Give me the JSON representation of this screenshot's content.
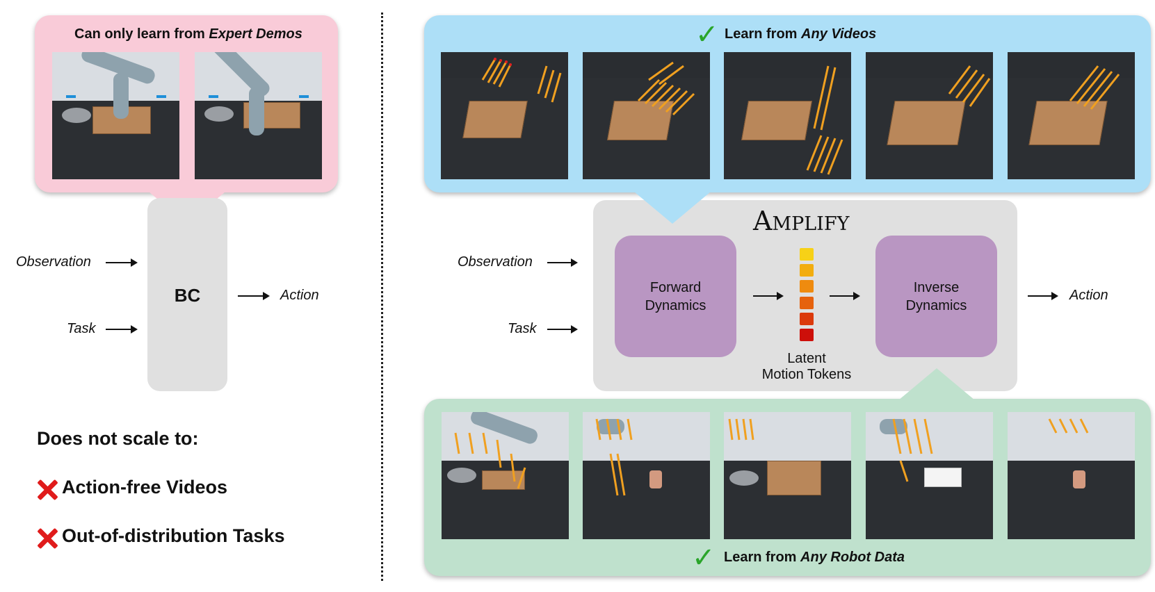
{
  "left": {
    "panel_caption_plain": "Can only learn from ",
    "panel_caption_italic": "Expert Demos",
    "observation": "Observation",
    "task": "Task",
    "bc": "BC",
    "action": "Action",
    "does_not_scale": "Does not scale to:",
    "limits": [
      "Action-free Videos",
      "Out-of-distribution Tasks"
    ]
  },
  "right": {
    "top_caption_plain": "Learn from ",
    "top_caption_italic": "Any Videos",
    "title": "Amplify",
    "observation": "Observation",
    "task": "Task",
    "forward": [
      "Forward",
      "Dynamics"
    ],
    "inverse": [
      "Inverse",
      "Dynamics"
    ],
    "tokens_label": [
      "Latent",
      "Motion Tokens"
    ],
    "action": "Action",
    "bottom_caption_plain": "Learn from ",
    "bottom_caption_italic": "Any Robot Data"
  },
  "colors": {
    "pink": "#f9cbd8",
    "blue": "#addff7",
    "green": "#bfe1cd",
    "grey": "#e0e0e0",
    "purple": "#b996c2",
    "check": "#2aa52a",
    "cross": "#e01b1b",
    "tokens": [
      "#f7d117",
      "#f2ad0f",
      "#ef8b0f",
      "#e6620d",
      "#db3a0c",
      "#cd0f0a"
    ]
  },
  "icons": {
    "check": "check-icon",
    "cross": "cross-icon"
  }
}
